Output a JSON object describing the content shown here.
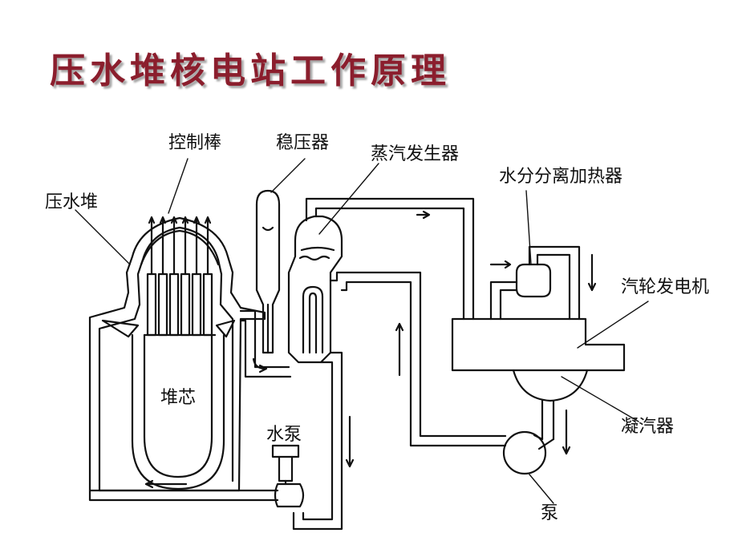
{
  "title": "压水堆核电站工作原理",
  "labels": {
    "control_rods": "控制棒",
    "pressurizer": "稳压器",
    "steam_generator": "蒸汽发生器",
    "moisture_separator_reheater": "水分分离加热器",
    "reactor": "压水堆",
    "turbine_generator": "汽轮发电机",
    "core": "堆芯",
    "water_pump": "水泵",
    "condenser": "凝汽器",
    "pump": "泵"
  },
  "colors": {
    "title": "#8b1e2d",
    "line": "#111111"
  }
}
